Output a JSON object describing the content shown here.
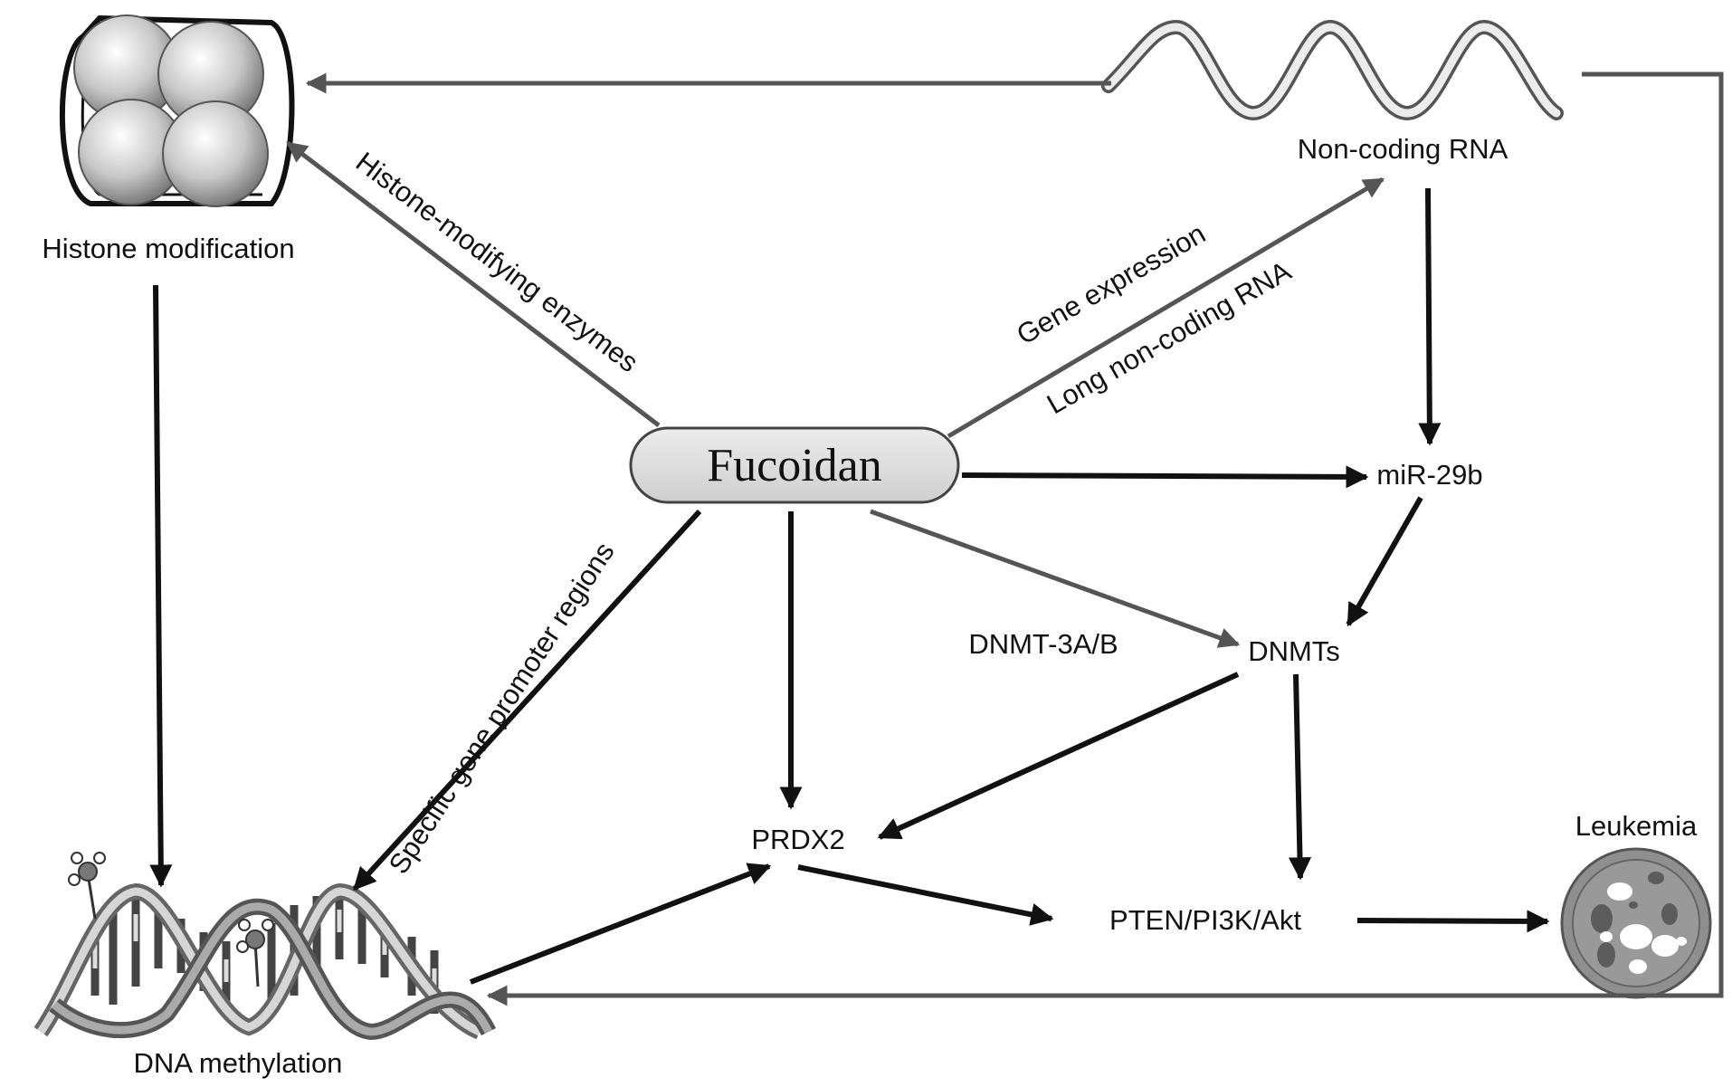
{
  "center": {
    "label": "Fucoidan"
  },
  "nodes": {
    "histone": "Histone modification",
    "ncrna": "Non-coding RNA",
    "mir": "miR-29b",
    "dnmts": "DNMTs",
    "prdx2": "PRDX2",
    "pten": "PTEN/PI3K/Akt",
    "leukemia": "Leukemia",
    "dna": "DNA methylation"
  },
  "edge_labels": {
    "histone_enzymes": "Histone-modifying enzymes",
    "gene_expression": "Gene expression",
    "long_ncrna": "Long non-coding RNA",
    "dnmt3ab": "DNMT-3A/B",
    "promoter": "Specific gene promoter regions"
  }
}
